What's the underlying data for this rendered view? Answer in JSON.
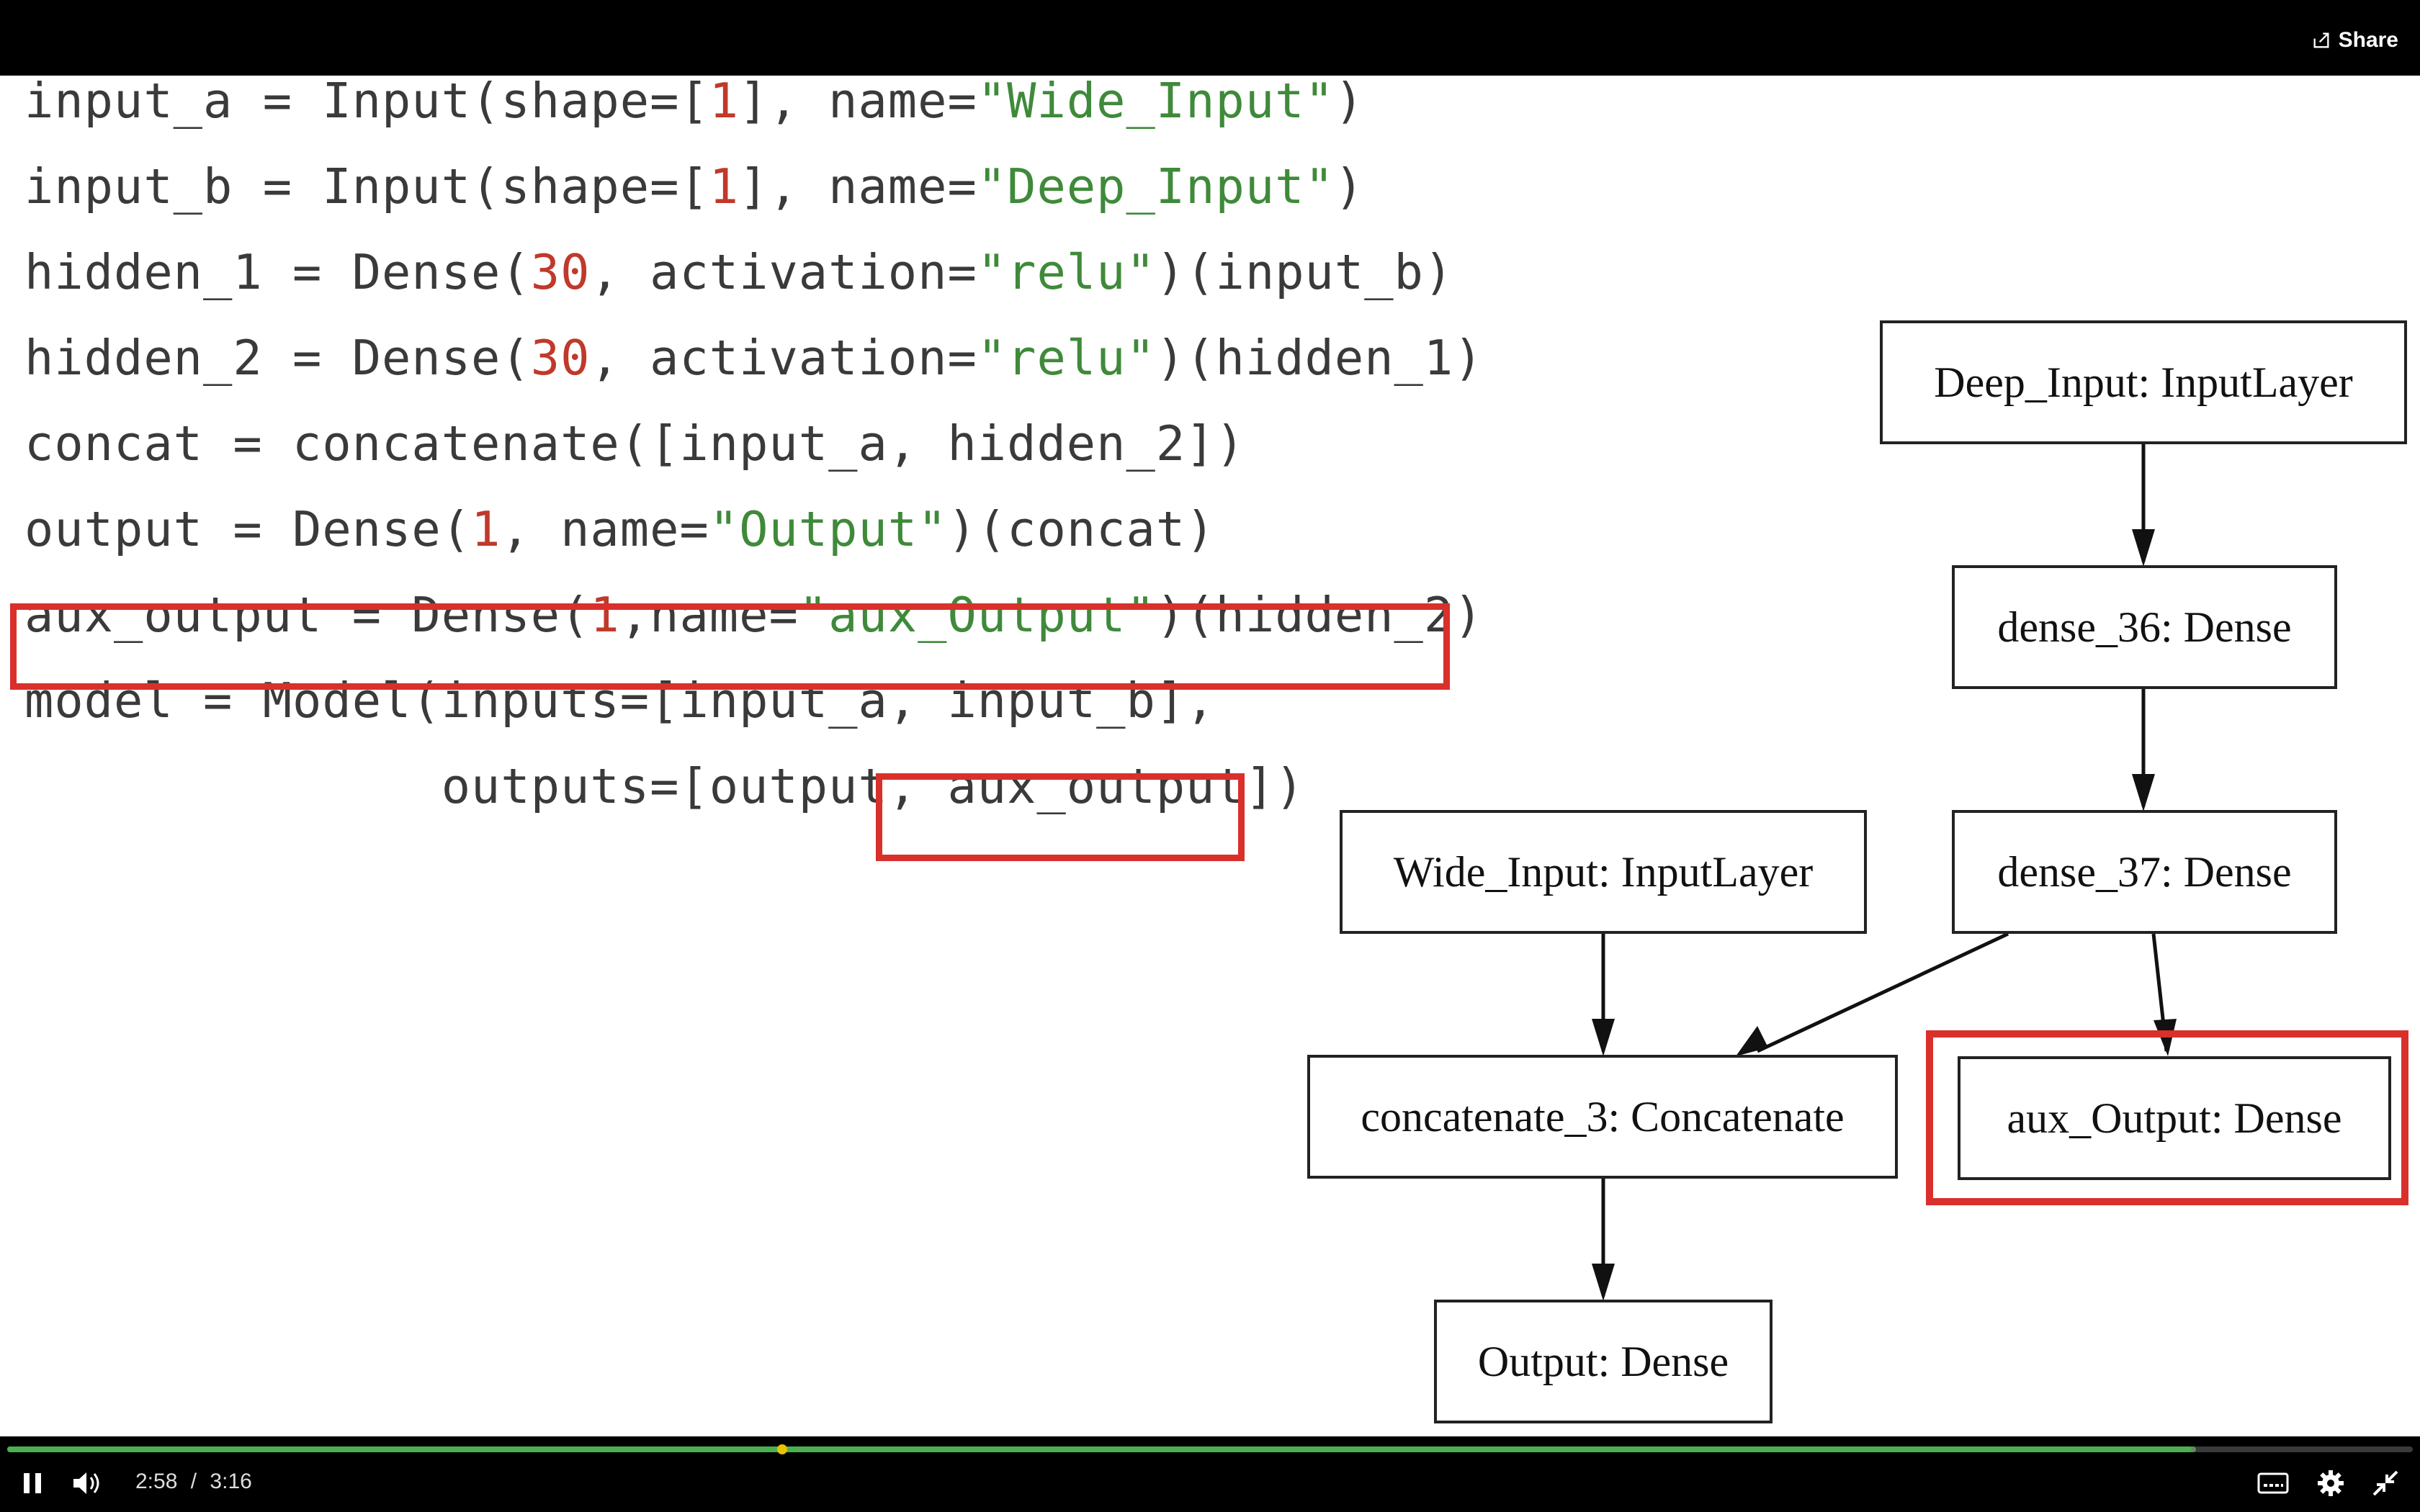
{
  "header": {
    "share_label": "Share"
  },
  "code_lines": [
    [
      {
        "t": "input_a = Input(shape=["
      },
      {
        "t": "1",
        "c": "num"
      },
      {
        "t": "], name="
      },
      {
        "t": "\"Wide_Input\"",
        "c": "str"
      },
      {
        "t": ")"
      }
    ],
    [
      {
        "t": "input_b = Input(shape=["
      },
      {
        "t": "1",
        "c": "num"
      },
      {
        "t": "], name="
      },
      {
        "t": "\"Deep_Input\"",
        "c": "str"
      },
      {
        "t": ")"
      }
    ],
    [
      {
        "t": "hidden_1 = Dense("
      },
      {
        "t": "30",
        "c": "num"
      },
      {
        "t": ", activation="
      },
      {
        "t": "\"relu\"",
        "c": "str"
      },
      {
        "t": ")(input_b)"
      }
    ],
    [
      {
        "t": "hidden_2 = Dense("
      },
      {
        "t": "30",
        "c": "num"
      },
      {
        "t": ", activation="
      },
      {
        "t": "\"relu\"",
        "c": "str"
      },
      {
        "t": ")(hidden_1)"
      }
    ],
    [
      {
        "t": "concat = concatenate([input_a, hidden_2])"
      }
    ],
    [
      {
        "t": "output = Dense("
      },
      {
        "t": "1",
        "c": "num"
      },
      {
        "t": ", name="
      },
      {
        "t": "\"Output\"",
        "c": "str"
      },
      {
        "t": ")(concat)"
      }
    ],
    [
      {
        "t": "aux_output = Dense("
      },
      {
        "t": "1",
        "c": "num"
      },
      {
        "t": ",name="
      },
      {
        "t": "\"aux_Output\"",
        "c": "str"
      },
      {
        "t": ")(hidden_2)"
      }
    ],
    [
      {
        "t": "model = Model(inputs=[input_a, input_b],"
      }
    ],
    [
      {
        "t": "              outputs=[output, aux_output])"
      }
    ]
  ],
  "diagram": {
    "nodes": {
      "deep_input": "Deep_Input: InputLayer",
      "dense_36": "dense_36: Dense",
      "dense_37": "dense_37: Dense",
      "wide_input": "Wide_Input: InputLayer",
      "concatenate_3": "concatenate_3: Concatenate",
      "aux_output": "aux_Output: Dense",
      "output": "Output: Dense"
    }
  },
  "player": {
    "current_time": "2:58",
    "separator": "/",
    "duration": "3:16",
    "progress": 0.908,
    "buffered": 0.91,
    "marker": 0.32,
    "colors": {
      "played": "#4caf50",
      "marker": "#e6c200",
      "highlight": "#d9302c"
    }
  }
}
